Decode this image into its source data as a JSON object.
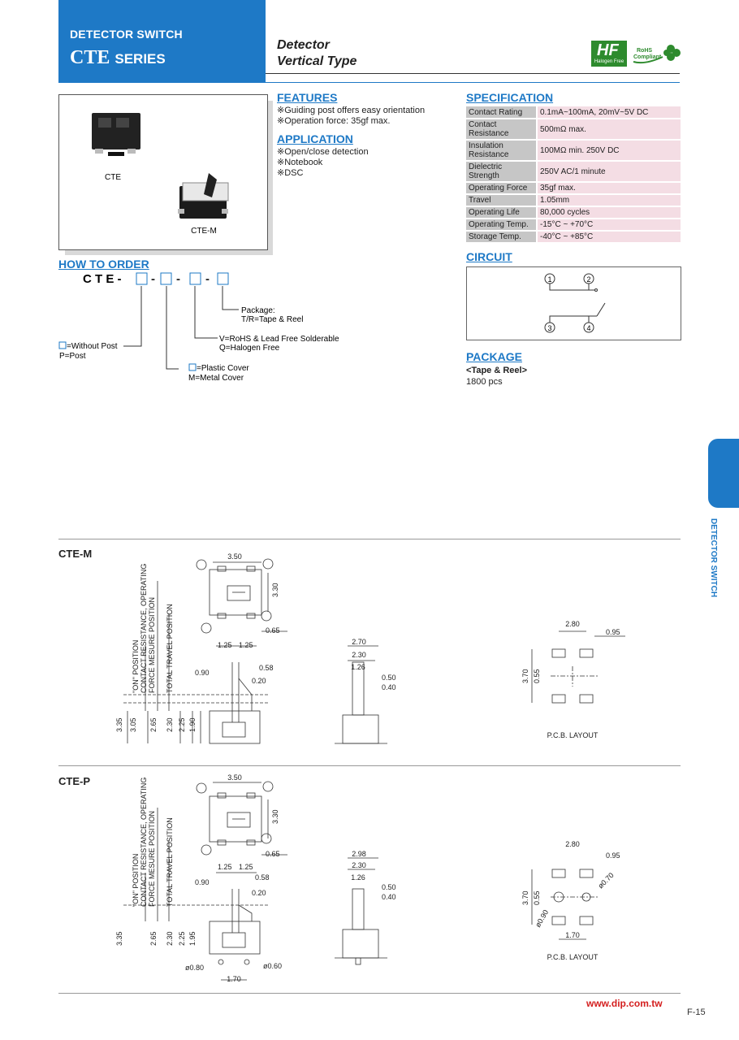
{
  "header": {
    "category": "DETECTOR SWITCH",
    "series_code": "CTE",
    "series_word": "SERIES",
    "subtitle_line1": "Detector",
    "subtitle_line2": "Vertical Type",
    "logo_hf": "HF",
    "logo_hf_text": "Halogen Free",
    "logo_rohs_line1": "RoHS",
    "logo_rohs_line2": "Compliant",
    "colors": {
      "accent": "#1e79c6",
      "halogen_green": "#2e8b2e",
      "url_red": "#d42020",
      "spec_key_bg": "#c6c6c6",
      "spec_val_bg": "#f4dde4"
    }
  },
  "photo": {
    "label_cte": "CTE",
    "label_ctem": "CTE-M"
  },
  "features": {
    "title": "FEATURES",
    "items": [
      "※Guiding post offers easy orientation",
      "※Operation force: 35gf max."
    ]
  },
  "application": {
    "title": "APPLICATION",
    "items": [
      "※Open/close detection",
      "※Notebook",
      "※DSC"
    ]
  },
  "specification": {
    "title": "SPECIFICATION",
    "rows": [
      {
        "key": "Contact Rating",
        "value": "0.1mA~100mA, 20mV~5V DC"
      },
      {
        "key": "Contact Resistance",
        "value": "500mΩ max."
      },
      {
        "key": "Insulation Resistance",
        "value": "100MΩ min. 250V DC"
      },
      {
        "key": "Dielectric Strength",
        "value": "250V AC/1 minute"
      },
      {
        "key": "Operating Force",
        "value": "35gf max."
      },
      {
        "key": "Travel",
        "value": "1.05mm"
      },
      {
        "key": "Operating Life",
        "value": "80,000 cycles"
      },
      {
        "key": "Operating Temp.",
        "value": "-15°C ~ +70°C"
      },
      {
        "key": "Storage Temp.",
        "value": "-40°C ~ +85°C"
      }
    ]
  },
  "order": {
    "title": "HOW TO ORDER",
    "code": "C T E -",
    "package": [
      "Package:",
      "T/R=Tape & Reel"
    ],
    "rohs": [
      "V=RoHS & Lead Free Solderable",
      "Q=Halogen Free"
    ],
    "post": [
      "=Without Post",
      "P=Post"
    ],
    "cover": [
      "=Plastic Cover",
      "M=Metal Cover"
    ]
  },
  "circuit": {
    "title": "CIRCUIT",
    "pins": [
      "1",
      "2",
      "3",
      "4"
    ]
  },
  "package": {
    "title": "PACKAGE",
    "type": "<Tape & Reel>",
    "qty": "1800 pcs"
  },
  "side_tab": "DETECTOR SWITCH",
  "drawings": {
    "m_title": "CTE-M",
    "p_title": "CTE-P",
    "pcb_label": "P.C.B.  LAYOUT",
    "pos_labels": [
      "\"ON\" POSITION",
      "CONTACT RESISTANCE, OPERATING",
      "FORCE MESURE POSITION",
      "TOTAL TRAVEL POSITION"
    ],
    "m_dims": {
      "w": "3.50",
      "h": "3.30",
      "a": "0.65",
      "b1": "1.25",
      "b2": "1.25",
      "c": "0.58",
      "d": "0.90",
      "e": "0.20",
      "v1": "3.35",
      "v2": "3.05",
      "v3": "2.65",
      "v4": "2.30",
      "v5": "2.25",
      "v6": "1.90",
      "s1": "2.70",
      "s2": "2.30",
      "s3": "1.26",
      "s4": "0.50",
      "s5": "0.40",
      "p1": "2.80",
      "p2": "0.95",
      "p3": "3.70",
      "p4": "0.55"
    },
    "p_dims": {
      "w": "3.50",
      "h": "3.30",
      "a": "0.65",
      "b1": "1.25",
      "b2": "1.25",
      "c": "0.58",
      "d": "0.90",
      "e": "0.20",
      "v1": "3.35",
      "v2": "2.65",
      "v3": "2.30",
      "v4": "2.25",
      "v5": "1.95",
      "f1": "ø0.80",
      "f2": "ø0.60",
      "f3": "1.70",
      "s1": "2.98",
      "s2": "2.30",
      "s3": "1.26",
      "s4": "0.50",
      "s5": "0.40",
      "p1": "2.80",
      "p2": "0.95",
      "p3": "3.70",
      "p4": "0.55",
      "p5": "ø0.70",
      "p6": "ø0.90",
      "p7": "1.70"
    }
  },
  "footer": {
    "url": "www.dip.com.tw",
    "page": "F-15"
  }
}
